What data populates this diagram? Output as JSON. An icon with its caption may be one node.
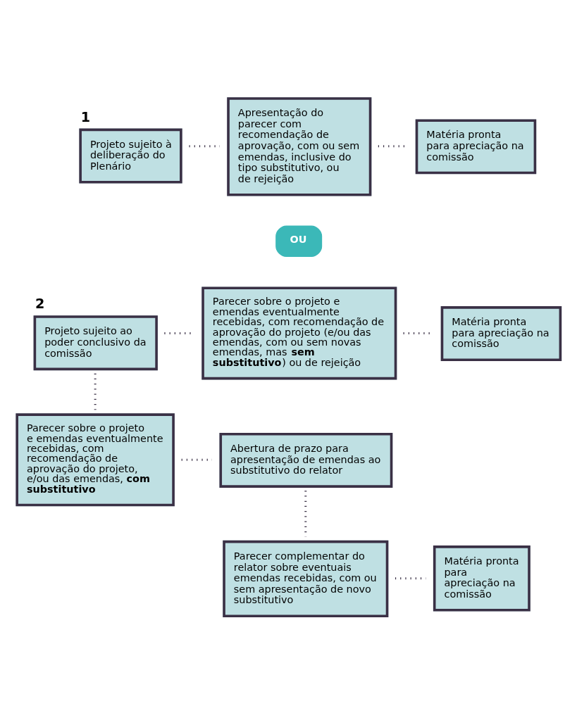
{
  "diagram": {
    "nodes": [
      {
        "text": [
          "1",
          "Projeto sujeito à deliberação do Plenário"
        ]
      },
      {
        "text": [
          "Apresentação do parecer com recomendação de aprovação, com ou sem emendas, inclusive do tipo substitutivo, ou de rejeição"
        ]
      },
      {
        "text": [
          "Matéria pronta para apreciação na comissão"
        ]
      },
      {
        "text": [
          "OU"
        ]
      },
      {
        "text": [
          "2",
          "Projeto sujeito ao poder conclusivo da comissão"
        ]
      },
      {
        "text": [
          "Parecer sobre o projeto e emendas eventualmente recebidas, com recomendação de aprovação do projeto (e/ou das emendas, com ou sem novas emendas, mas **sem substitutivo**) ou de rejeição"
        ]
      },
      {
        "text": [
          "Matéria pronta para apreciação na comissão"
        ]
      },
      {
        "text": [
          "Parecer sobre o projeto e emendas eventualmente recebidas, com recomendação de aprovação do projeto, e/ou das emendas, **com substitutivo**"
        ]
      },
      {
        "text": [
          "Abertura de prazo para apresentação de emendas ao substitutivo do relator"
        ]
      },
      {
        "text": [
          "Parecer complementar do relator sobre eventuais emendas recebidas, com ou sem apresentação de novo substitutivo"
        ]
      },
      {
        "text": [
          "Matéria pronta para apreciação na comissão"
        ]
      }
    ],
    "edges": [
      {
        "from": 0,
        "to": 1,
        "arrow": "none",
        "style": "dashed"
      },
      {
        "from": 1,
        "to": 2,
        "arrow": "none",
        "style": "dashed"
      },
      {
        "from": 4,
        "to": 5,
        "arrow": "none",
        "style": "dashed"
      },
      {
        "from": 5,
        "to": 6,
        "arrow": "none",
        "style": "dashed"
      },
      {
        "from": 4,
        "to": 7,
        "arrow": "none",
        "style": "dashed"
      },
      {
        "from": 7,
        "to": 8,
        "arrow": "none",
        "style": "dashed"
      },
      {
        "from": 8,
        "to": 9,
        "arrow": "none",
        "style": "dashed"
      },
      {
        "from": 9,
        "to": 10,
        "arrow": "none",
        "style": "dashed"
      }
    ]
  }
}
